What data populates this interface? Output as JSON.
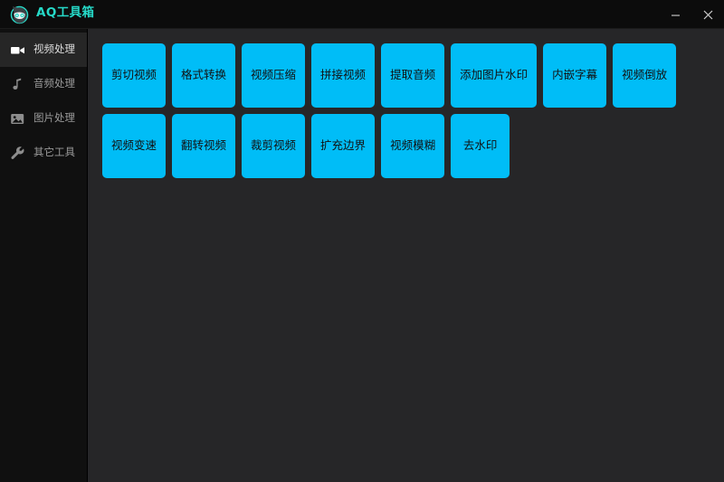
{
  "window": {
    "title": "AQ工具箱",
    "logo_icon": "ninja-mascot-logo",
    "accent_color": "#26d9c8",
    "controls": [
      {
        "name": "minimize",
        "icon": "minimize-icon",
        "label": "–"
      },
      {
        "name": "close",
        "icon": "close-icon",
        "label": "✕"
      }
    ]
  },
  "sidebar": {
    "items": [
      {
        "label": "视频处理",
        "icon": "video-camera-icon",
        "active": true
      },
      {
        "label": "音频处理",
        "icon": "music-note-icon",
        "active": false
      },
      {
        "label": "图片处理",
        "icon": "image-picture-icon",
        "active": false
      },
      {
        "label": "其它工具",
        "icon": "wrench-icon",
        "active": false
      }
    ]
  },
  "main": {
    "button_color": "#00bdf7",
    "tools": [
      {
        "label": "剪切视频"
      },
      {
        "label": "格式转换"
      },
      {
        "label": "视频压缩"
      },
      {
        "label": "拼接视频"
      },
      {
        "label": "提取音频"
      },
      {
        "label": "添加图片水印"
      },
      {
        "label": "内嵌字幕"
      },
      {
        "label": "视频倒放"
      },
      {
        "label": "视频变速"
      },
      {
        "label": "翻转视频"
      },
      {
        "label": "裁剪视频"
      },
      {
        "label": "扩充边界"
      },
      {
        "label": "视频模糊"
      },
      {
        "label": "去水印"
      }
    ]
  }
}
